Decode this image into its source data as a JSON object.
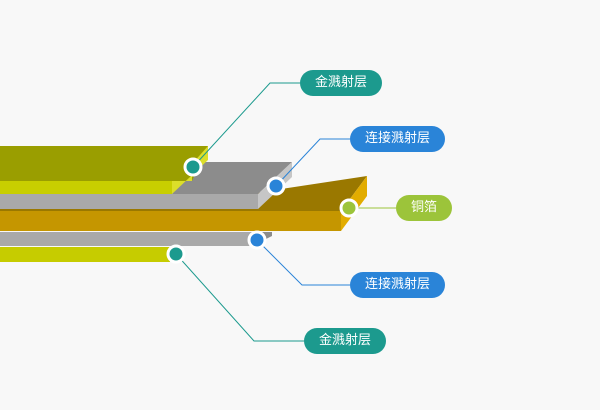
{
  "colors": {
    "teal": "#1c9a8e",
    "blue": "#2a84d8",
    "green": "#9cc43a",
    "olive": "#9a9e00",
    "yellow": "#c8ce00",
    "gray": "#a9a9a9",
    "copper": "#c59600"
  },
  "labels": {
    "gold_top": "金溅射层",
    "connect_top": "连接溅射层",
    "copper": "铜箔",
    "connect_bottom": "连接溅射层",
    "gold_bottom": "金溅射层"
  }
}
